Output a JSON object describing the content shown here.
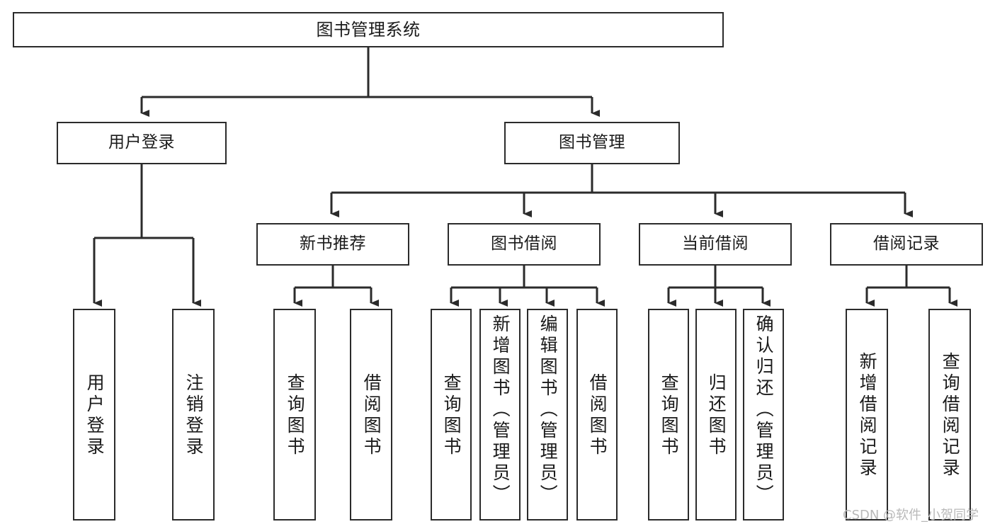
{
  "diagram": {
    "title": "图书管理系统",
    "type": "tree",
    "orientation": "top-down",
    "background_color": "#ffffff",
    "line_color": "#2b2b2b",
    "box_border_color": "#2b2b2b",
    "text_color": "#1a1a1a"
  },
  "watermark": {
    "text": "CSDN @软件_小贺同学",
    "color": "#b9b9b9"
  },
  "nodes": {
    "root": {
      "label": "图书管理系统"
    },
    "level2": [
      {
        "label": "用户登录"
      },
      {
        "label": "图书管理"
      }
    ],
    "level3": [
      {
        "label": "新书推荐"
      },
      {
        "label": "图书借阅"
      },
      {
        "label": "当前借阅"
      },
      {
        "label": "借阅记录"
      }
    ],
    "leaves": {
      "user_login": [
        {
          "label": "用户登录"
        },
        {
          "label": "注销登录"
        }
      ],
      "new_book_recommend": [
        {
          "label": "查询图书"
        },
        {
          "label": "借阅图书"
        }
      ],
      "book_borrow": [
        {
          "label": "查询图书"
        },
        {
          "label": "新增图书（管理员）"
        },
        {
          "label": "编辑图书（管理员）"
        },
        {
          "label": "借阅图书"
        }
      ],
      "current_borrow": [
        {
          "label": "查询图书"
        },
        {
          "label": "归还图书"
        },
        {
          "label": "确认归还（管理员）"
        }
      ],
      "borrow_record": [
        {
          "label": "新增借阅记录"
        },
        {
          "label": "查询借阅记录"
        }
      ]
    }
  }
}
